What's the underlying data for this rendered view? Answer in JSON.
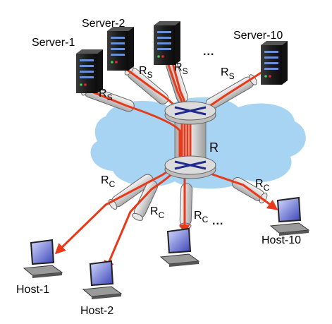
{
  "servers": [
    "Server-1",
    "Server-2",
    "Server-10"
  ],
  "server_ellipsis": "...",
  "hosts": [
    "Host-1",
    "Host-2",
    "Host-10"
  ],
  "host_ellipsis": "...",
  "link_labels": {
    "server_link_base": "R",
    "server_link_sub": "S",
    "core_link": "R",
    "client_link_base": "R",
    "client_link_sub": "C"
  },
  "colors": {
    "flow": "#e8391a",
    "cloud": "#a6d4f2",
    "pipe": "#dcdcdc",
    "router": "#c9c9c9",
    "router_arrows": "#1f2a8c"
  }
}
